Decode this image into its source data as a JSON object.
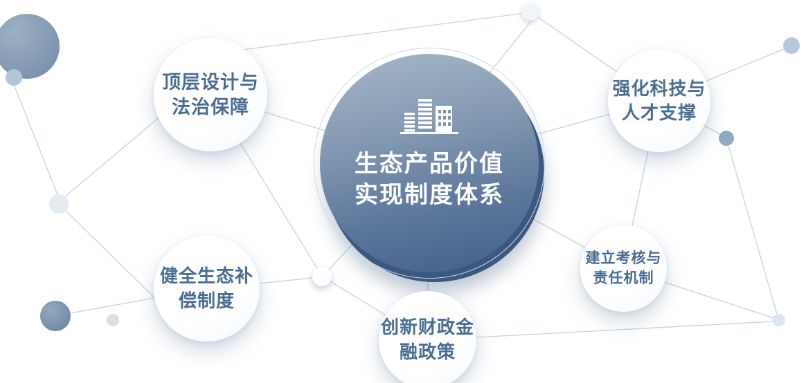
{
  "diagram": {
    "center": {
      "line1": "生态产品价值",
      "line2": "实现制度体系",
      "icon": "buildings-icon"
    },
    "nodes": [
      {
        "id": "top-design",
        "line1": "顶层设计与",
        "line2": "法治保障"
      },
      {
        "id": "tech-talent",
        "line1": "强化科技与",
        "line2": "人才支撑"
      },
      {
        "id": "eco-compensation",
        "line1": "健全生态补",
        "line2": "偿制度"
      },
      {
        "id": "fiscal-finance",
        "line1": "创新财政金",
        "line2": "融政策"
      },
      {
        "id": "assessment",
        "line1": "建立考核与",
        "line2": "责任机制"
      }
    ],
    "colors": {
      "center_gradient_top": "#a7b7c9",
      "center_gradient_bottom": "#415f88",
      "center_back_ring": "#3b5880",
      "node_text": "#4a6d94",
      "connector_line": "#c5d2e0",
      "center_title_text": "#ffffff"
    }
  }
}
